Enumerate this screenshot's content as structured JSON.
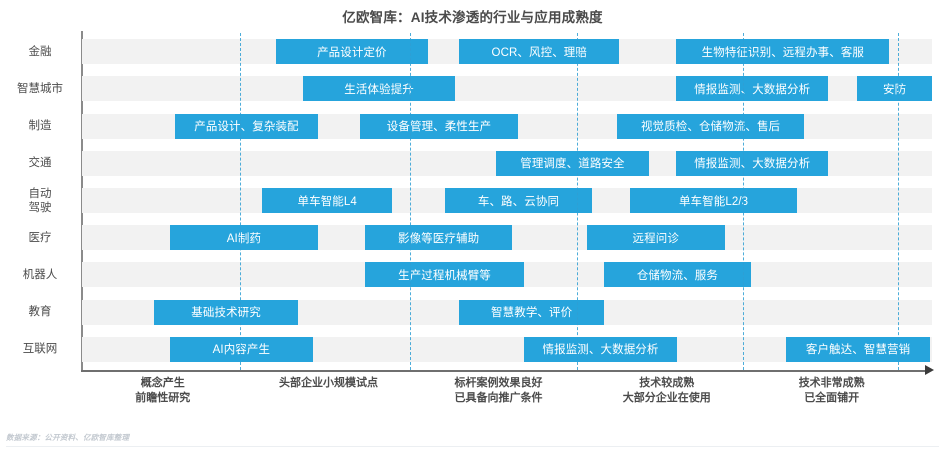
{
  "title": "亿欧智库：AI技术渗透的行业与应用成熟度",
  "source_note": "数据来源：公开资料、亿欧智库整理",
  "colors": {
    "bar": "#26a4dc",
    "band": "#f2f2f2",
    "separator": "#2f9fd4",
    "axis": "#6f6f6f",
    "title_text": "#4a4a4a",
    "bar_text": "#ffffff"
  },
  "chart_data": {
    "type": "bar",
    "title": "亿欧智库：AI技术渗透的行业与应用成熟度",
    "xlabel": "",
    "ylabel": "",
    "grid": false,
    "legend": "none",
    "x_axis_stages": [
      {
        "index": 1,
        "lines": [
          "概念产生",
          "前瞻性研究"
        ],
        "center_pct": 9.5
      },
      {
        "index": 2,
        "lines": [
          "头部企业小规模试点"
        ],
        "center_pct": 29.0
      },
      {
        "index": 3,
        "lines": [
          "标杆案例效果良好",
          "已具备向推广条件"
        ],
        "center_pct": 49.0
      },
      {
        "index": 4,
        "lines": [
          "技术较成熟",
          "大部分企业在使用"
        ],
        "center_pct": 68.8
      },
      {
        "index": 5,
        "lines": [
          "技术非常成熟",
          "已全面铺开"
        ],
        "center_pct": 88.2
      }
    ],
    "separators_pct": [
      18.6,
      38.6,
      58.2,
      77.8,
      96.0
    ],
    "categories": [
      "金融",
      "智慧城市",
      "制造",
      "交通",
      "自动驾驶",
      "医疗",
      "机器人",
      "教育",
      "互联网"
    ],
    "rows": [
      {
        "label": "金融",
        "label_lines": [
          "金融"
        ],
        "bars": [
          {
            "text": "产品设计定价",
            "start_pct": 22.8,
            "end_pct": 40.7
          },
          {
            "text": "OCR、风控、理赔",
            "start_pct": 44.4,
            "end_pct": 63.2
          },
          {
            "text": "生物特征识别、远程办事、客服",
            "start_pct": 69.9,
            "end_pct": 95.0
          }
        ]
      },
      {
        "label": "智慧城市",
        "label_lines": [
          "智慧城市"
        ],
        "bars": [
          {
            "text": "生活体验提升",
            "start_pct": 26.0,
            "end_pct": 43.9
          },
          {
            "text": "情报监测、大数据分析",
            "start_pct": 69.9,
            "end_pct": 87.8
          },
          {
            "text": "安防",
            "start_pct": 91.2,
            "end_pct": 100.0
          }
        ]
      },
      {
        "label": "制造",
        "label_lines": [
          "制造"
        ],
        "bars": [
          {
            "text": "产品设计、复杂装配",
            "start_pct": 10.9,
            "end_pct": 27.8
          },
          {
            "text": "设备管理、柔性生产",
            "start_pct": 32.7,
            "end_pct": 51.3
          },
          {
            "text": "视觉质检、仓储物流、售后",
            "start_pct": 62.9,
            "end_pct": 85.0
          }
        ]
      },
      {
        "label": "交通",
        "label_lines": [
          "交通"
        ],
        "bars": [
          {
            "text": "管理调度、道路安全",
            "start_pct": 48.7,
            "end_pct": 66.7
          },
          {
            "text": "情报监测、大数据分析",
            "start_pct": 69.9,
            "end_pct": 87.8
          }
        ]
      },
      {
        "label": "自动驾驶",
        "label_lines": [
          "自动",
          "驾驶"
        ],
        "bars": [
          {
            "text": "单车智能L4",
            "start_pct": 21.2,
            "end_pct": 36.5
          },
          {
            "text": "车、路、云协同",
            "start_pct": 42.7,
            "end_pct": 60.0
          },
          {
            "text": "单车智能L2/3",
            "start_pct": 64.5,
            "end_pct": 84.1
          }
        ]
      },
      {
        "label": "医疗",
        "label_lines": [
          "医疗"
        ],
        "bars": [
          {
            "text": "AI制药",
            "start_pct": 10.3,
            "end_pct": 27.8
          },
          {
            "text": "影像等医疗辅助",
            "start_pct": 33.3,
            "end_pct": 50.6
          },
          {
            "text": "远程问诊",
            "start_pct": 59.4,
            "end_pct": 75.6
          }
        ]
      },
      {
        "label": "机器人",
        "label_lines": [
          "机器人"
        ],
        "bars": [
          {
            "text": "生产过程机械臂等",
            "start_pct": 33.3,
            "end_pct": 52.0
          },
          {
            "text": "仓储物流、服务",
            "start_pct": 61.4,
            "end_pct": 78.7
          }
        ]
      },
      {
        "label": "教育",
        "label_lines": [
          "教育"
        ],
        "bars": [
          {
            "text": "基础技术研究",
            "start_pct": 8.5,
            "end_pct": 25.4
          },
          {
            "text": "智慧教学、评价",
            "start_pct": 44.4,
            "end_pct": 61.4
          }
        ]
      },
      {
        "label": "互联网",
        "label_lines": [
          "互联网"
        ],
        "bars": [
          {
            "text": "AI内容产生",
            "start_pct": 10.3,
            "end_pct": 27.2
          },
          {
            "text": "情报监测、大数据分析",
            "start_pct": 52.0,
            "end_pct": 70.0
          },
          {
            "text": "客户触达、智慧营销",
            "start_pct": 82.8,
            "end_pct": 99.8
          }
        ]
      }
    ]
  }
}
